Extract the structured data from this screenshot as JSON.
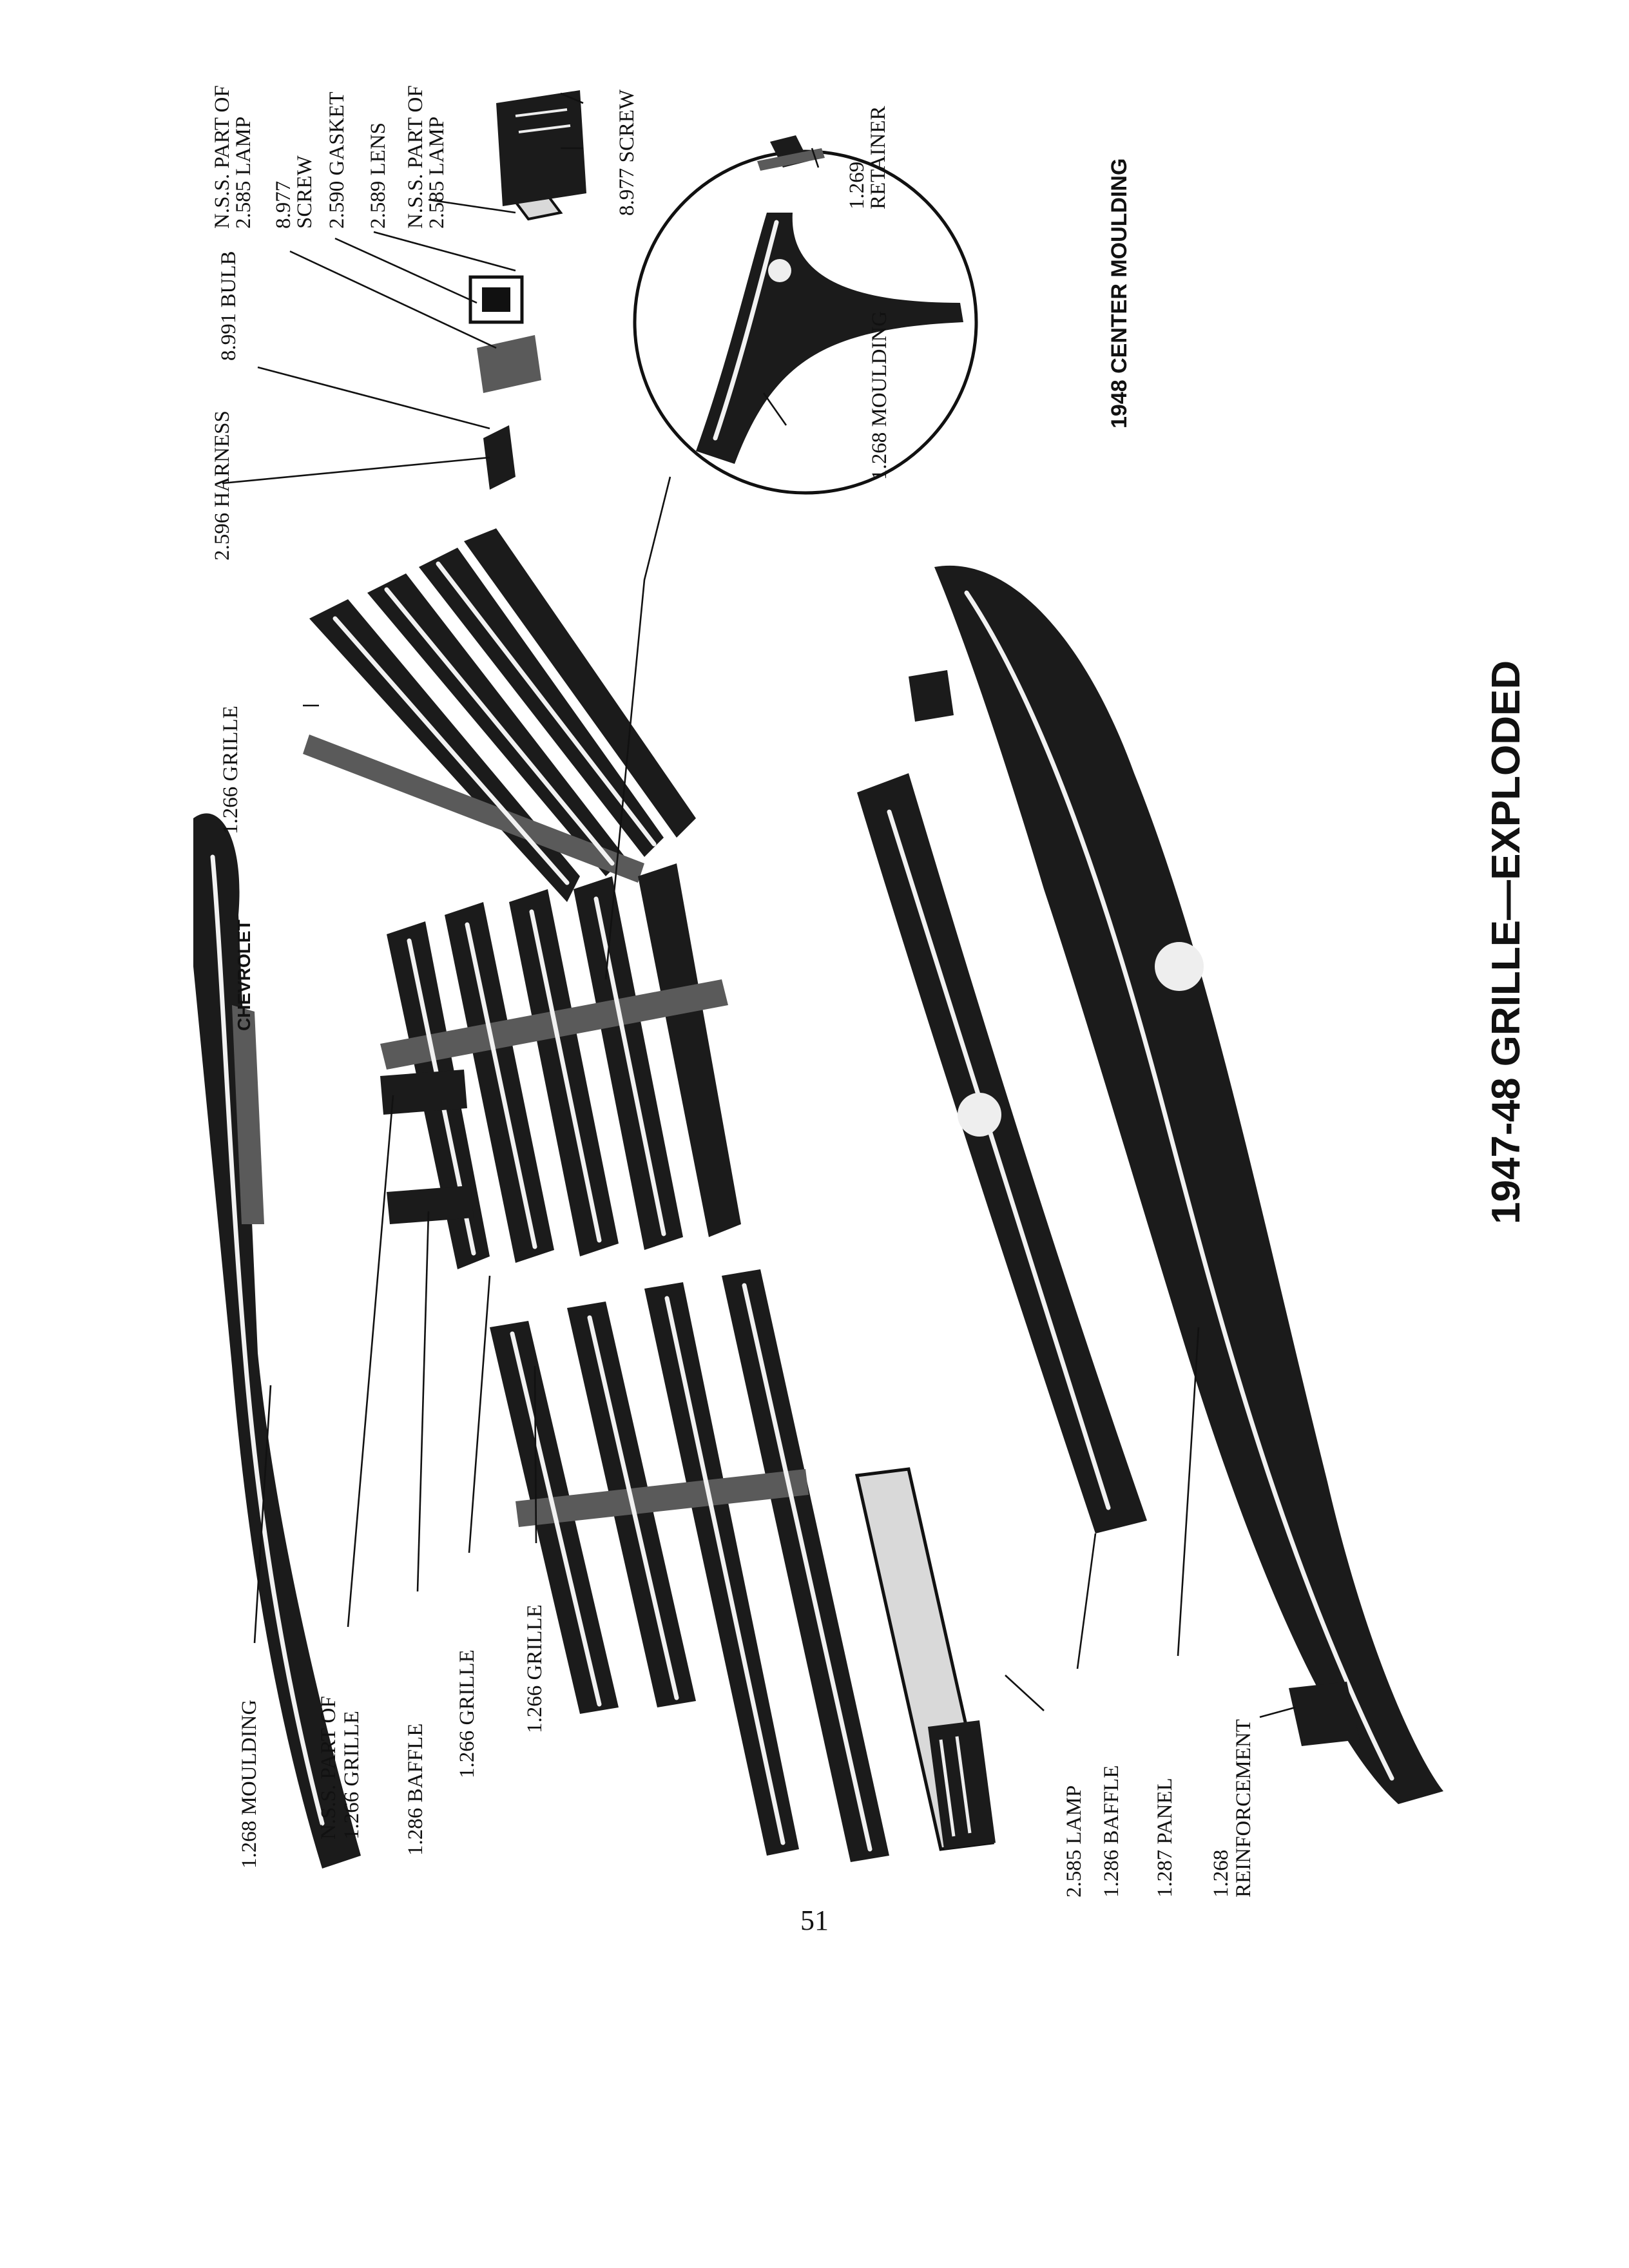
{
  "title": "1947-48 GRILLE—EXPLODED",
  "inset_title": "1948 CENTER MOULDING",
  "page_number": "51",
  "labels": {
    "moulding_1268": "1.268 MOULDING",
    "nss_grille_1": "N.S.S. PART OF",
    "nss_grille_2": "1.266 GRILLE",
    "baffle_1286_left": "1.286 BAFFLE",
    "grille_1266_a": "1.266 GRILLE",
    "grille_1266_b": "1.266 GRILLE",
    "grille_1266_top": "1.266 GRILLE",
    "lamp_2585": "2.585 LAMP",
    "baffle_1286_bottom": "1.286 BAFFLE",
    "panel_1287": "1.287 PANEL",
    "reinf_1": "1.268",
    "reinf_2": "REINFORCEMENT",
    "harness_2596": "2.596 HARNESS",
    "bulb_8991": "8.991 BULB",
    "screw_8977_a1": "8.977",
    "screw_8977_a2": "SCREW",
    "gasket_2590": "2.590 GASKET",
    "lens_2589": "2.589 LENS",
    "nss_lamp_a1": "N.S.S. PART OF",
    "nss_lamp_a2": "2.585 LAMP",
    "nss_lamp_b1": "N.S.S. PART OF",
    "nss_lamp_b2": "2.585 LAMP",
    "screw_8977_b": "8.977 SCREW",
    "inset_moulding": "1.268 MOULDING",
    "inset_retainer_1": "1.269",
    "inset_retainer_2": "RETAINER"
  }
}
